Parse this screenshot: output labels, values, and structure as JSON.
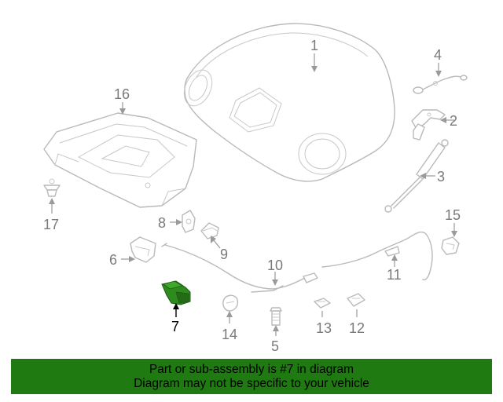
{
  "diagram": {
    "callouts": {
      "c1": "1",
      "c2": "2",
      "c3": "3",
      "c4": "4",
      "c5": "5",
      "c6": "6",
      "c7": "7",
      "c8": "8",
      "c9": "9",
      "c10": "10",
      "c11": "11",
      "c12": "12",
      "c13": "13",
      "c14": "14",
      "c15": "15",
      "c16": "16",
      "c17": "17"
    },
    "highlight_color": "#2e8b1e"
  },
  "banner": {
    "line1": "Part or sub-assembly is #7 in diagram",
    "line2": "Diagram may not be specific to your vehicle",
    "background": "#1f7a12"
  }
}
